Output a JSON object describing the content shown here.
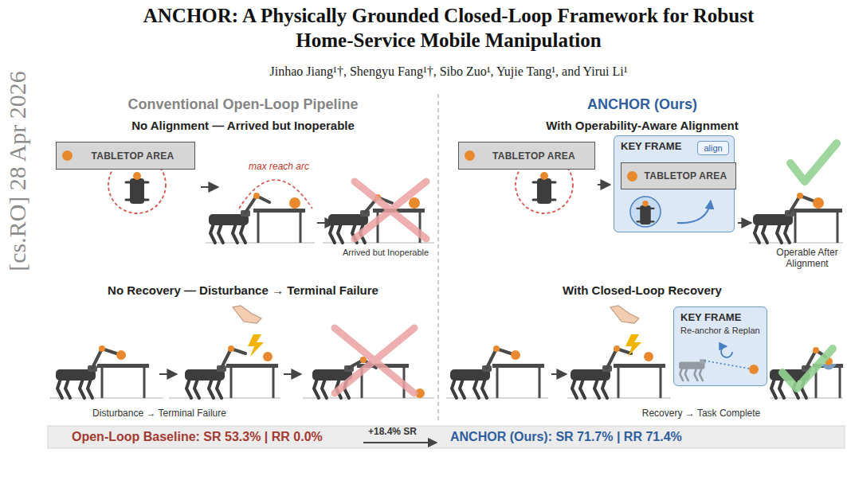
{
  "diagram": {
    "title": "ANCHOR: A Physically Grounded Closed-Loop Framework for Robust Home-Service Mobile Manipulation",
    "nodes": [
      {
        "text": [
          "TABLETOP AREA"
        ]
      },
      {
        "text": [
          "TABLETOP AREA"
        ]
      },
      {
        "text": [
          "KEY FRAME"
        ]
      },
      {
        "text": [
          "align"
        ],
        "in": 2
      },
      {
        "text": [
          "TABLETOP AREA"
        ],
        "in": 2
      },
      {
        "text": [
          "KEY FRAME",
          "Re-anchor & Replan"
        ]
      },
      {
        "text": [
          "Open-Loop Baseline: SR 53.3% | RR 0.0%",
          "+18.4% SR",
          "ANCHOR (Ours): SR 71.7% | RR 71.4%"
        ]
      }
    ],
    "labels": [
      "Jinhao Jiang¹†, Shengyu Fang¹†, Sibo Zuo¹, Yujie Tang¹, and Yirui Li¹",
      "[cs.RO] 28 Apr 2026",
      "Conventional Open-Loop Pipeline",
      "No Alignment — Arrived but Inoperable",
      "max reach arc",
      "Arrived but Inoperable",
      "No Recovery — Disturbance → Terminal Failure",
      "Disturbance → Terminal Failure",
      "ANCHOR (Ours)",
      "With Operability-Aware Alignment",
      "Operable After Alignment",
      "With Closed-Loop Recovery",
      "Recovery → Task Complete"
    ]
  }
}
